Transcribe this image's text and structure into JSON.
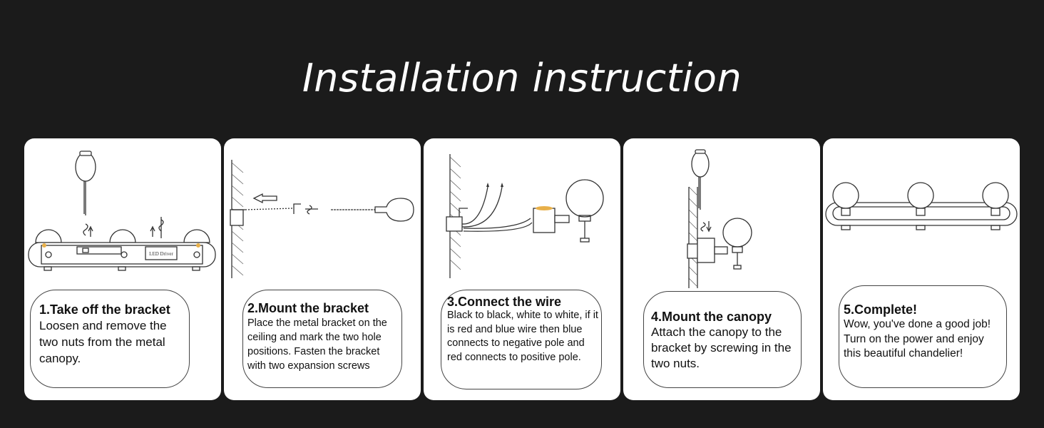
{
  "header": {
    "title": "Installation instruction"
  },
  "steps": [
    {
      "title": "1.Take off the bracket",
      "text": "Loosen and remove the two nuts from the metal canopy."
    },
    {
      "title": "2.Mount the bracket",
      "text": "Place the metal bracket on the ceiling and mark the two hole positions. Fasten the bracket with two expansion screws"
    },
    {
      "title": "3.Connect the wire",
      "text": "Black to black, white to white, if it is red and blue wire then blue connects to negative pole and red connects to positive pole."
    },
    {
      "title": "4.Mount the canopy",
      "text": "Attach the canopy to the bracket by screwing in the two nuts."
    },
    {
      "title": "5.Complete!",
      "text": "Wow, you've done a good job! Turn on the power and enjoy this beautiful chandelier!"
    }
  ],
  "labels": {
    "driver": "LED Driver"
  },
  "colors": {
    "background": "#1b1b1b",
    "card": "#ffffff",
    "accent": "#e8b04a"
  }
}
